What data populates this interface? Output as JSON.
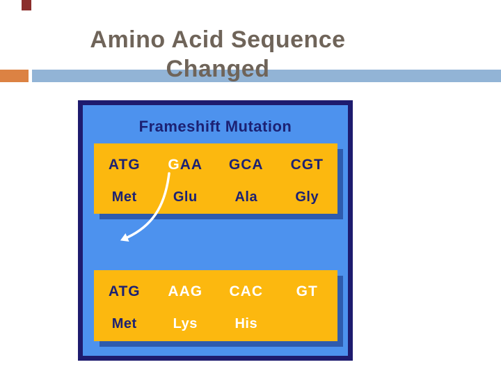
{
  "slide": {
    "title_line1": "Amino Acid Sequence",
    "title_line2": "Changed"
  },
  "diagram": {
    "title": "Frameshift Mutation",
    "top_box": {
      "codons": [
        {
          "segments": [
            {
              "text": "ATG",
              "color": "navy"
            }
          ]
        },
        {
          "segments": [
            {
              "text": "G",
              "color": "white"
            },
            {
              "text": "AA",
              "color": "navy"
            }
          ]
        },
        {
          "segments": [
            {
              "text": "GCA",
              "color": "navy"
            }
          ]
        },
        {
          "segments": [
            {
              "text": "CGT",
              "color": "navy"
            }
          ]
        }
      ],
      "amino_acids": [
        {
          "segments": [
            {
              "text": "Met",
              "color": "navy"
            }
          ]
        },
        {
          "segments": [
            {
              "text": "Glu",
              "color": "navy"
            }
          ]
        },
        {
          "segments": [
            {
              "text": "Ala",
              "color": "navy"
            }
          ]
        },
        {
          "segments": [
            {
              "text": "Gly",
              "color": "navy"
            }
          ]
        }
      ]
    },
    "bottom_box": {
      "codons": [
        {
          "segments": [
            {
              "text": "ATG",
              "color": "navy"
            }
          ]
        },
        {
          "segments": [
            {
              "text": "AAG",
              "color": "white"
            }
          ]
        },
        {
          "segments": [
            {
              "text": "CAC",
              "color": "white"
            }
          ]
        },
        {
          "segments": [
            {
              "text": "GT",
              "color": "white"
            }
          ]
        }
      ],
      "amino_acids": [
        {
          "segments": [
            {
              "text": "Met",
              "color": "navy"
            }
          ]
        },
        {
          "segments": [
            {
              "text": "Lys",
              "color": "white"
            }
          ]
        },
        {
          "segments": [
            {
              "text": "His",
              "color": "white"
            }
          ]
        },
        {
          "segments": []
        }
      ]
    }
  },
  "colors": {
    "navy_text": "#1c2173",
    "white_text": "#ffffff",
    "yellow": "#fcb80f",
    "figure_blue": "#4d92ee",
    "figure_border": "#1e1b6e",
    "title_text": "#6f6459",
    "accent_orange": "#dc8243",
    "accent_bar_blue": "#92b4d6",
    "corner_tab_red": "#8b2e2c"
  }
}
